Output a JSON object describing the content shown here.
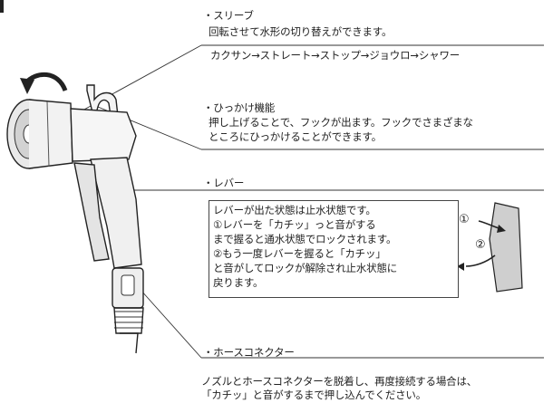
{
  "sections": {
    "sleeve": {
      "heading": "・スリーブ",
      "line1": "回転させて水形の切り替えができます。",
      "modes": "カクサン→ストレート→ストップ→ジョウロ→シャワー"
    },
    "hook": {
      "heading": "・ひっかけ機能",
      "line1": "押し上げることで、フックが出ます。フックでさまざまな",
      "line2": "ところにひっかけることができます。"
    },
    "lever": {
      "heading": "・レバー",
      "box_lines": [
        "レバーが出た状態は止水状態です。",
        "①レバーを「カチッ」っと音がする",
        "まで握ると通水状態でロックされます。",
        "②もう一度レバーを握ると「カチッ」",
        "と音がしてロックが解除され止水状態に",
        "戻ります。"
      ],
      "marker1": "①",
      "marker2": "②"
    },
    "hose_connector": {
      "heading": "・ホースコネクター",
      "line1": "ノズルとホースコネクターを脱着し、再度接続する場合は、",
      "line2": "「カチッ」と音がするまで押し込んでください。"
    }
  }
}
